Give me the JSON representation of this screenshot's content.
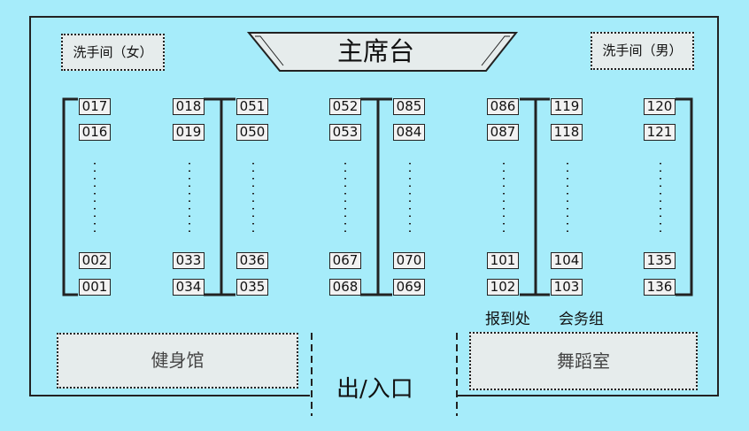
{
  "colors": {
    "background": "#a6ecfa",
    "room_fill": "#e6ecec",
    "seat_fill": "#f2f2f2",
    "stroke": "#222222"
  },
  "stage": "主席台",
  "restroom_female": "洗手间（女）",
  "restroom_male": "洗手间（男）",
  "gym": "健身馆",
  "dance_room": "舞蹈室",
  "entrance": "出/入口",
  "reception": "报到处",
  "conference_group": "会务组",
  "rows": [
    {
      "top": [
        "017",
        "016"
      ],
      "bottom": [
        "002",
        "001"
      ]
    },
    {
      "top": [
        "018",
        "019"
      ],
      "bottom": [
        "033",
        "034"
      ]
    },
    {
      "top": [
        "051",
        "050"
      ],
      "bottom": [
        "036",
        "035"
      ]
    },
    {
      "top": [
        "052",
        "053"
      ],
      "bottom": [
        "067",
        "068"
      ]
    },
    {
      "top": [
        "085",
        "084"
      ],
      "bottom": [
        "070",
        "069"
      ]
    },
    {
      "top": [
        "086",
        "087"
      ],
      "bottom": [
        "101",
        "102"
      ]
    },
    {
      "top": [
        "119",
        "118"
      ],
      "bottom": [
        "104",
        "103"
      ]
    },
    {
      "top": [
        "120",
        "121"
      ],
      "bottom": [
        "135",
        "136"
      ]
    }
  ]
}
